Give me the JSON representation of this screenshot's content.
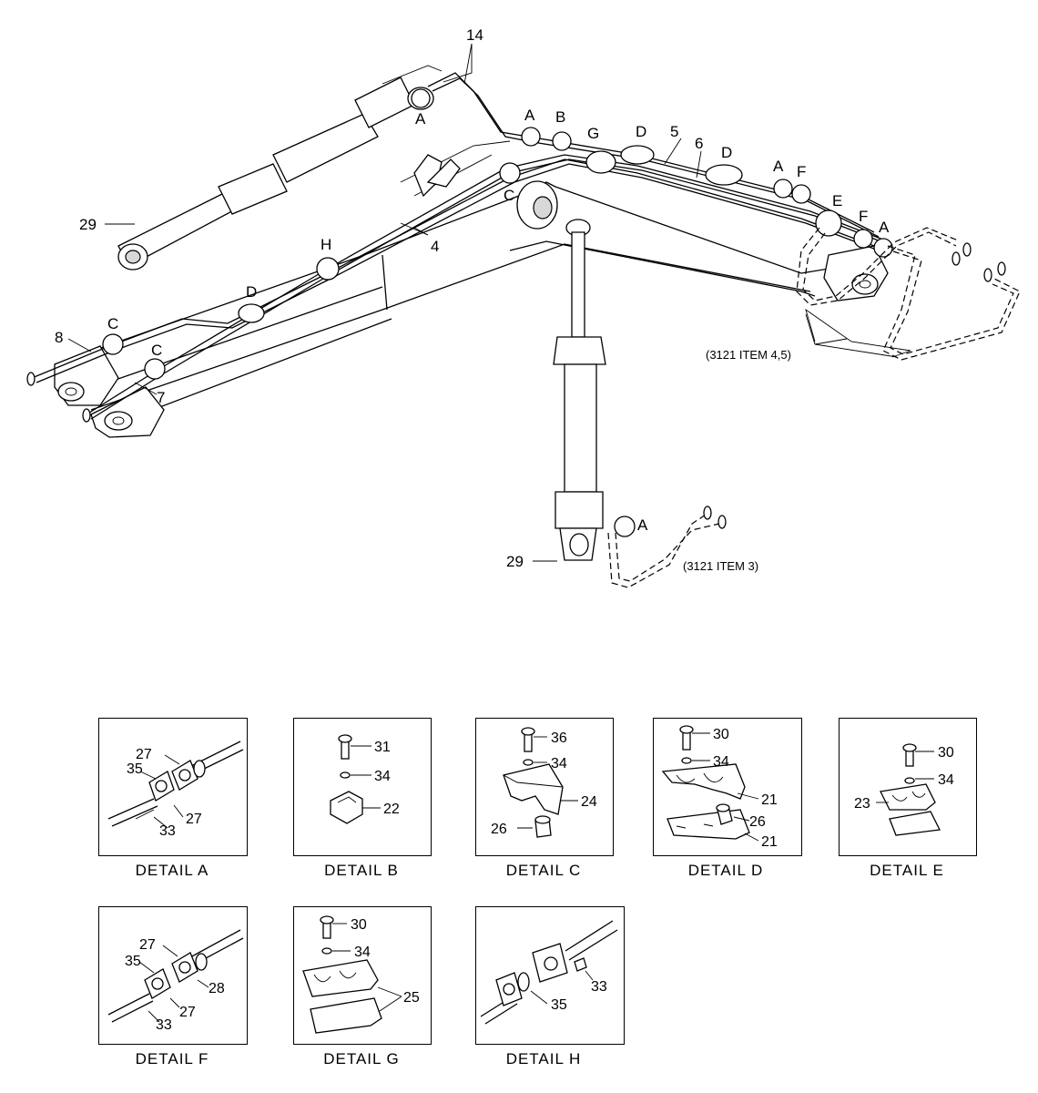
{
  "main_callouts": {
    "c14": "14",
    "a1": "A",
    "a2": "A",
    "a3": "A",
    "a4": "A",
    "a5": "A",
    "b1": "B",
    "g1": "G",
    "d1": "D",
    "d2": "D",
    "d3": "D",
    "c5": "5",
    "c6": "6",
    "f1": "F",
    "f2": "F",
    "e1": "E",
    "cc1": "C",
    "cc2": "C",
    "cc3": "C",
    "h1": "H",
    "c4": "4",
    "c8": "8",
    "c7": "7",
    "c29a": "29",
    "c29b": "29"
  },
  "references": {
    "items45": "(3121 ITEM 4,5)",
    "item3": "(3121 ITEM 3)"
  },
  "details": [
    {
      "title": "DETAIL  A",
      "labels": {
        "l1": "27",
        "l2": "35",
        "l3": "27",
        "l4": "33"
      }
    },
    {
      "title": "DETAIL  B",
      "labels": {
        "l1": "31",
        "l2": "34",
        "l3": "22"
      }
    },
    {
      "title": "DETAIL  C",
      "labels": {
        "l1": "36",
        "l2": "34",
        "l3": "24",
        "l4": "26"
      }
    },
    {
      "title": "DETAIL  D",
      "labels": {
        "l1": "30",
        "l2": "34",
        "l3": "21",
        "l4": "26",
        "l5": "21"
      }
    },
    {
      "title": "DETAIL  E",
      "labels": {
        "l1": "30",
        "l2": "34",
        "l3": "23"
      }
    },
    {
      "title": "DETAIL  F",
      "labels": {
        "l1": "27",
        "l2": "35",
        "l3": "28",
        "l4": "27",
        "l5": "33"
      }
    },
    {
      "title": "DETAIL  G",
      "labels": {
        "l1": "30",
        "l2": "34",
        "l3": "25"
      }
    },
    {
      "title": "DETAIL  H",
      "labels": {
        "l1": "35",
        "l2": "33"
      }
    }
  ]
}
